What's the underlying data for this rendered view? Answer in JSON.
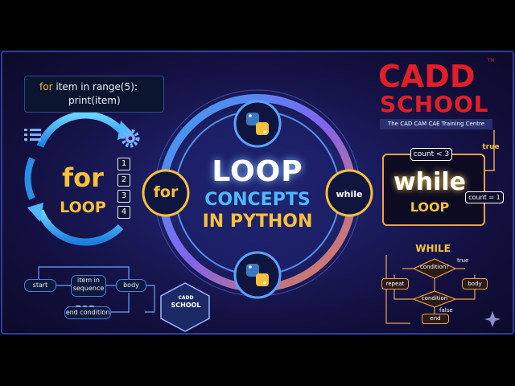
{
  "code": {
    "line1_keyword": "for",
    "line1_rest": " item in range(5):",
    "line2": "print(item)"
  },
  "for_section": {
    "big": "for",
    "loop": "LOOP",
    "steps": [
      "1",
      "2",
      "3",
      "4"
    ],
    "flow_title": "FOR",
    "flow": {
      "start": "start",
      "item": "item in sequence",
      "body": "body",
      "end": "end condition"
    }
  },
  "center": {
    "loop": "LOOP",
    "concepts": "CONCEPTS",
    "python": "IN PYTHON",
    "left_badge": "for",
    "right_badge": "while"
  },
  "brand": {
    "line1": "CADD",
    "line2": "SCHOOL",
    "tagline": "The CAD  CAM  CAE Training Centre",
    "tm": "TM",
    "badge_line1": "CADD",
    "badge_line2": "SCHOOL"
  },
  "while_section": {
    "big": "while",
    "loop": "LOOP",
    "count_cond": "count < 3",
    "true_label": "true",
    "count_assign": "count = 1",
    "flow_title": "WHILE",
    "flow": {
      "condition": "condition?",
      "true": "true",
      "repeat": "repeat",
      "body": "body",
      "condition2": "condition",
      "false": "false",
      "end": "end"
    }
  },
  "colors": {
    "accent_yellow": "#f8c13a",
    "accent_blue": "#4fb8ff",
    "brand_red": "#e21e26",
    "orange": "#f0a24a"
  }
}
